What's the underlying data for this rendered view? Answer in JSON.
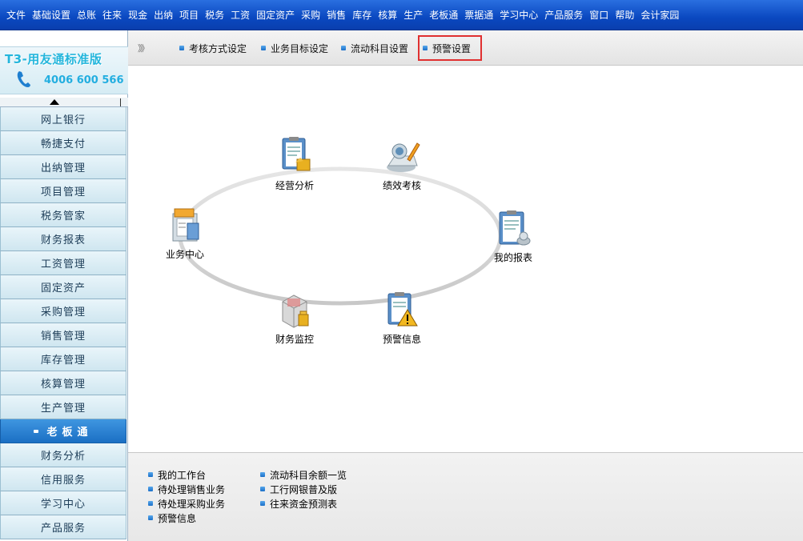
{
  "menu": [
    "文件",
    "基础设置",
    "总账",
    "往来",
    "现金",
    "出纳",
    "项目",
    "税务",
    "工资",
    "固定资产",
    "采购",
    "销售",
    "库存",
    "核算",
    "生产",
    "老板通",
    "票据通",
    "学习中心",
    "产品服务",
    "窗口",
    "帮助",
    "会计家园"
  ],
  "brand": {
    "title": "T3-用友通标准版",
    "phone": "4006 600 566"
  },
  "nav": {
    "items": [
      "网上银行",
      "畅捷支付",
      "出纳管理",
      "项目管理",
      "税务管家",
      "财务报表",
      "工资管理",
      "固定资产",
      "采购管理",
      "销售管理",
      "库存管理",
      "核算管理",
      "生产管理",
      "老板通",
      "财务分析",
      "信用服务",
      "学习中心",
      "产品服务"
    ],
    "active_index": 13
  },
  "toolbar": {
    "collapse": "》》",
    "tabs": [
      "考核方式设定",
      "业务目标设定",
      "流动科目设置",
      "预警设置"
    ]
  },
  "modules": {
    "jingying": "经营分析",
    "jixiao": "绩效考核",
    "yewu": "业务中心",
    "baobiao": "我的报表",
    "jiankong": "财务监控",
    "yujing": "预警信息"
  },
  "bottom": {
    "left": [
      "我的工作台",
      "待处理销售业务",
      "待处理采购业务",
      "预警信息"
    ],
    "right": [
      "流动科目余额一览",
      "工行网银普及版",
      "往来资金预测表"
    ]
  },
  "colors": {
    "menu_bg": "#0a48c0",
    "accent": "#1b6fc4",
    "highlight_border": "#e03030"
  }
}
